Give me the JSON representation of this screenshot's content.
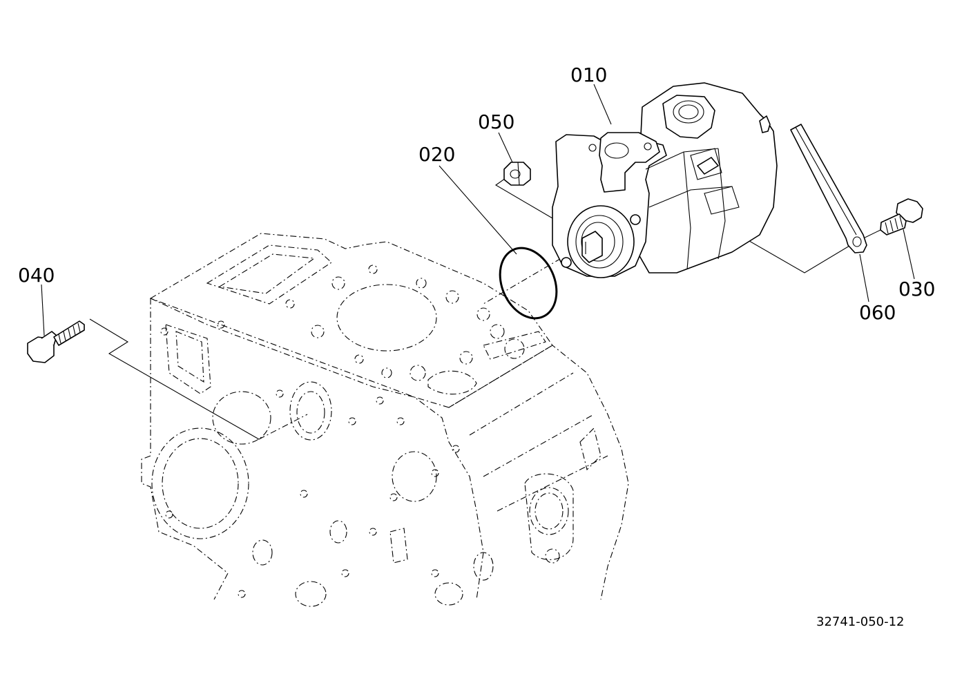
{
  "callouts": [
    {
      "id": "part-010",
      "text": "010"
    },
    {
      "id": "part-020",
      "text": "020"
    },
    {
      "id": "part-030",
      "text": "030"
    },
    {
      "id": "part-040",
      "text": "040"
    },
    {
      "id": "part-050",
      "text": "050"
    },
    {
      "id": "part-060",
      "text": "060"
    }
  ],
  "drawing_number": "32741-050-12"
}
